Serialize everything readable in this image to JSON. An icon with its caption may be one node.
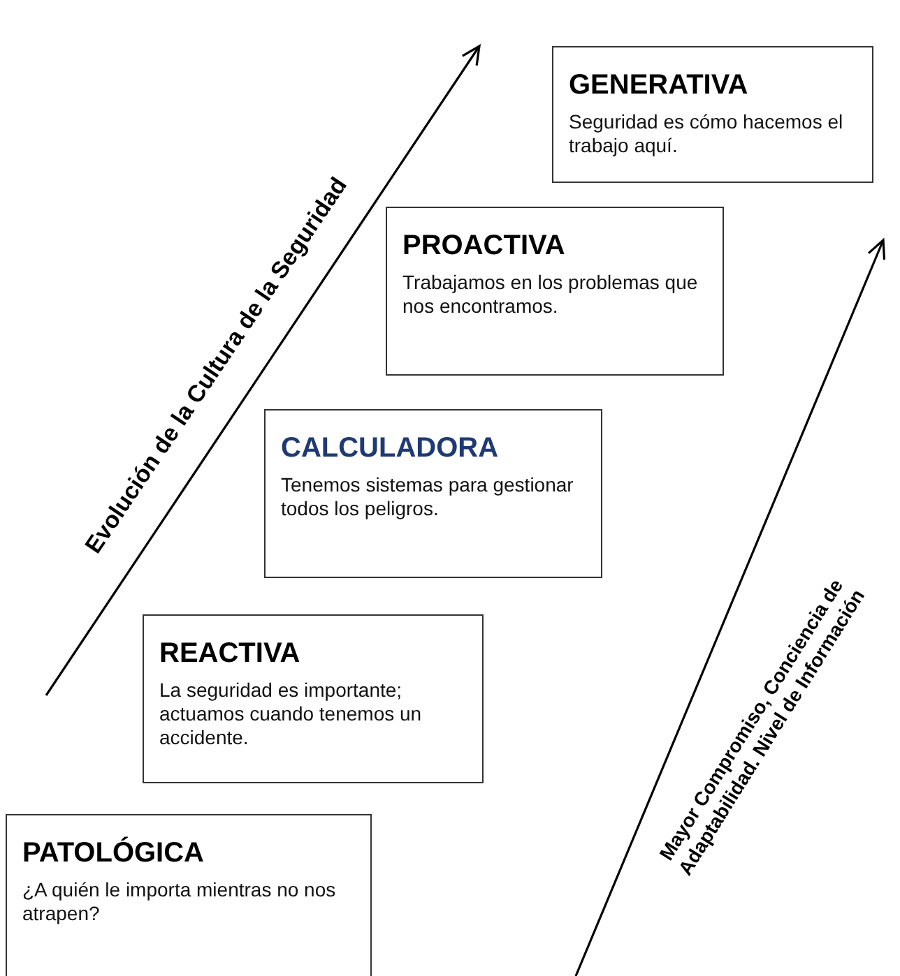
{
  "diagram": {
    "nodes": [
      {
        "text": [
          "GENERATIVA",
          "Seguridad es cómo hacemos el trabajo aquí."
        ]
      },
      {
        "text": [
          "PROACTIVA",
          "Trabajamos en los problemas que nos encontramos."
        ]
      },
      {
        "text": [
          "CALCULADORA",
          "Tenemos sistemas para gestionar todos los peligros."
        ]
      },
      {
        "text": [
          "REACTIVA",
          "La seguridad es importante; actuamos cuando tenemos un accidente."
        ]
      },
      {
        "text": [
          "PATOLÓGICA",
          "¿A quién le importa mientras no nos atrapen?"
        ]
      }
    ],
    "labels": [
      "Evolución de la Cultura de la Seguridad",
      "Mayor Compromiso, Conciencia de Adaptabilidad. Nivel de Información"
    ]
  }
}
